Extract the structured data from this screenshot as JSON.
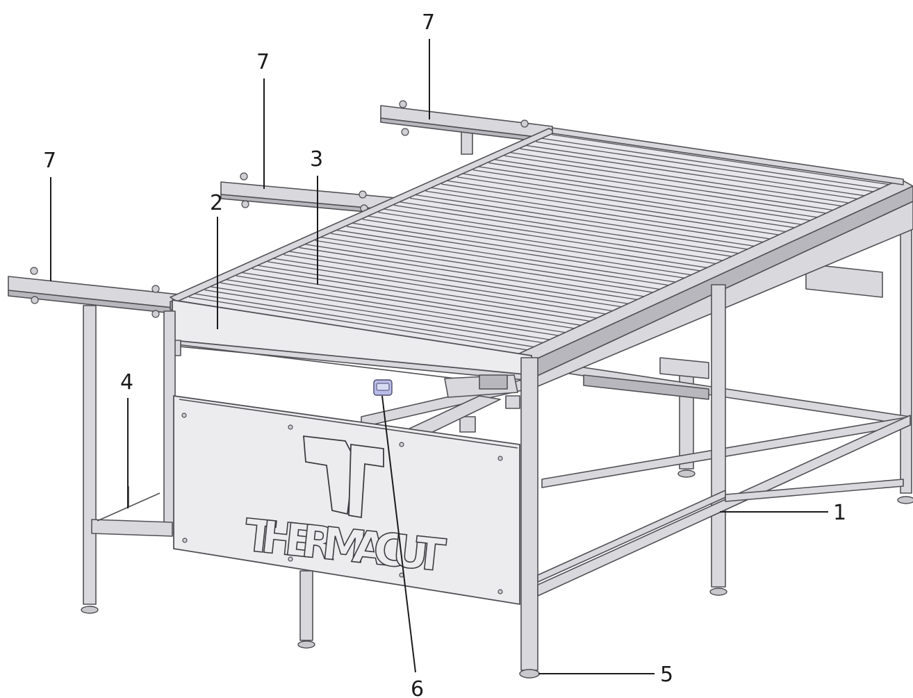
{
  "diagram": {
    "brand_text": "THERMACUT",
    "callouts": [
      {
        "id": "1",
        "label": "1"
      },
      {
        "id": "2",
        "label": "2"
      },
      {
        "id": "3",
        "label": "3"
      },
      {
        "id": "4",
        "label": "4"
      },
      {
        "id": "5",
        "label": "5"
      },
      {
        "id": "6",
        "label": "6"
      },
      {
        "id": "7a",
        "label": "7"
      },
      {
        "id": "7b",
        "label": "7"
      },
      {
        "id": "7c",
        "label": "7"
      }
    ]
  }
}
